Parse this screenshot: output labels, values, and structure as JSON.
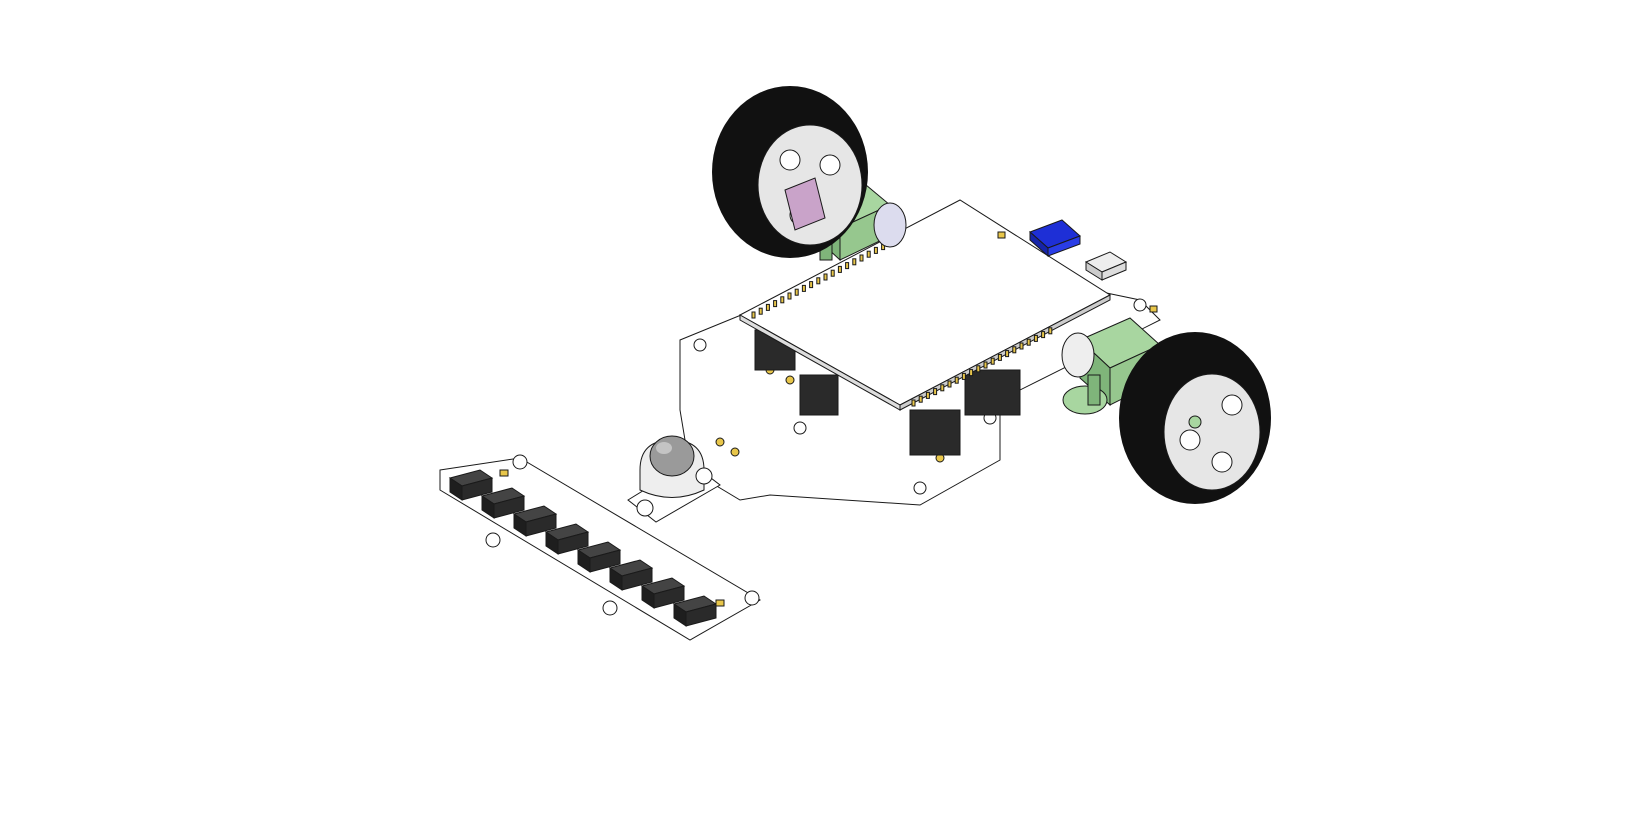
{
  "figure": {
    "subject": "line-follower-robot-isometric-render",
    "colors": {
      "background": "#ffffff",
      "pcb": "#ffffff",
      "outline": "#1a1a1a",
      "tire": "#111111",
      "hub": "#e6e6e6",
      "motor_mount": "#a8d6a0",
      "motor_mount_shadow": "#7fb57a",
      "connector_blue": "#1e2fd6",
      "pad_gold": "#e8c64a",
      "sensor_black": "#2a2a2a",
      "caster_ball": "#9a9a9a",
      "coupler_pink": "#c9a3c9"
    },
    "parts": [
      "chassis-board",
      "controller-board",
      "left-wheel",
      "right-wheel",
      "left-motor-mount",
      "right-motor-mount",
      "caster-ball",
      "sensor-array-bar",
      "usb-connector",
      "blue-connector"
    ]
  }
}
